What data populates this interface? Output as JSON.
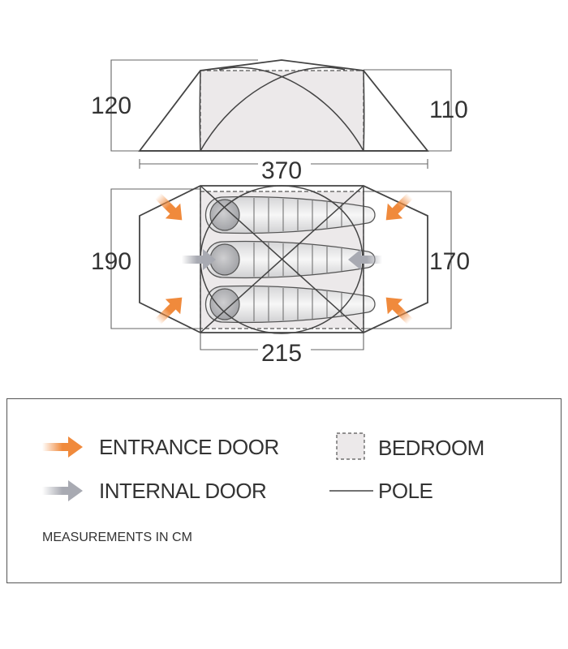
{
  "dimensions": {
    "side_height_left": "120",
    "side_height_right": "110",
    "total_length": "370",
    "floor_width_left": "190",
    "floor_width_right": "170",
    "bedroom_length": "215"
  },
  "legend": {
    "entrance_door": "ENTRANCE DOOR",
    "internal_door": "INTERNAL DOOR",
    "bedroom": "BEDROOM",
    "pole": "POLE",
    "note": "MEASUREMENTS IN CM"
  },
  "colors": {
    "entrance_arrow": "#f08a3c",
    "internal_arrow": "#a8aab2",
    "bedroom_fill": "#ece9ea",
    "outline": "#444444"
  }
}
